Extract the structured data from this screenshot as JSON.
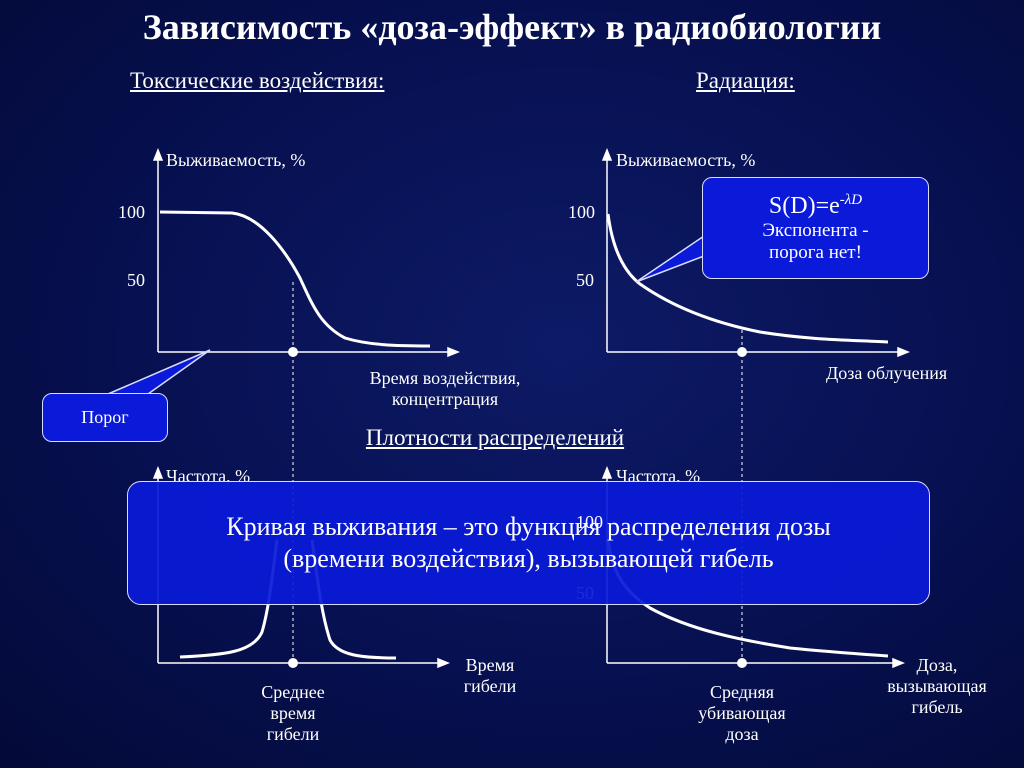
{
  "title": "Зависимость «доза-эффект» в радиобиологии",
  "subtitles": {
    "toxic": "Токсические воздействия:",
    "radiation": "Радиация:",
    "densities": "Плотности распределений"
  },
  "top_left_chart": {
    "y_label": "Выживаемость, %",
    "y_tick_100": "100",
    "y_tick_50": "50",
    "x_label_line1": "Время воздействия,",
    "x_label_line2": "концентрация"
  },
  "top_right_chart": {
    "y_label": "Выживаемость, %",
    "y_tick_100": "100",
    "y_tick_50": "50",
    "x_label": "Доза облучения"
  },
  "bottom_left_chart": {
    "y_label": "Частота, %",
    "x_label_line1": "Время",
    "x_label_line2": "гибели",
    "marker_line1": "Среднее",
    "marker_line2": "время",
    "marker_line3": "гибели"
  },
  "bottom_right_chart": {
    "y_label": "Частота, %",
    "y_tick_100": "100",
    "y_tick_50": "50",
    "x_label_line1": "Доза,",
    "x_label_line2": "вызывающая",
    "x_label_line3": "гибель",
    "marker_line1": "Средняя",
    "marker_line2": "убивающая",
    "marker_line3": "доза"
  },
  "callouts": {
    "threshold": "Порог",
    "formula_prefix": "S(D)=e",
    "formula_exponent": "-λD",
    "formula_line2": "Экспонента -",
    "formula_line3": "порога нет!",
    "overlay_line1": "Кривая выживания – это функция распределения дозы",
    "overlay_line2": "(времени воздействия), вызывающей гибель"
  },
  "colors": {
    "background": "#071050",
    "callout_fill": "#0a1ad8",
    "text": "#ffffff"
  }
}
